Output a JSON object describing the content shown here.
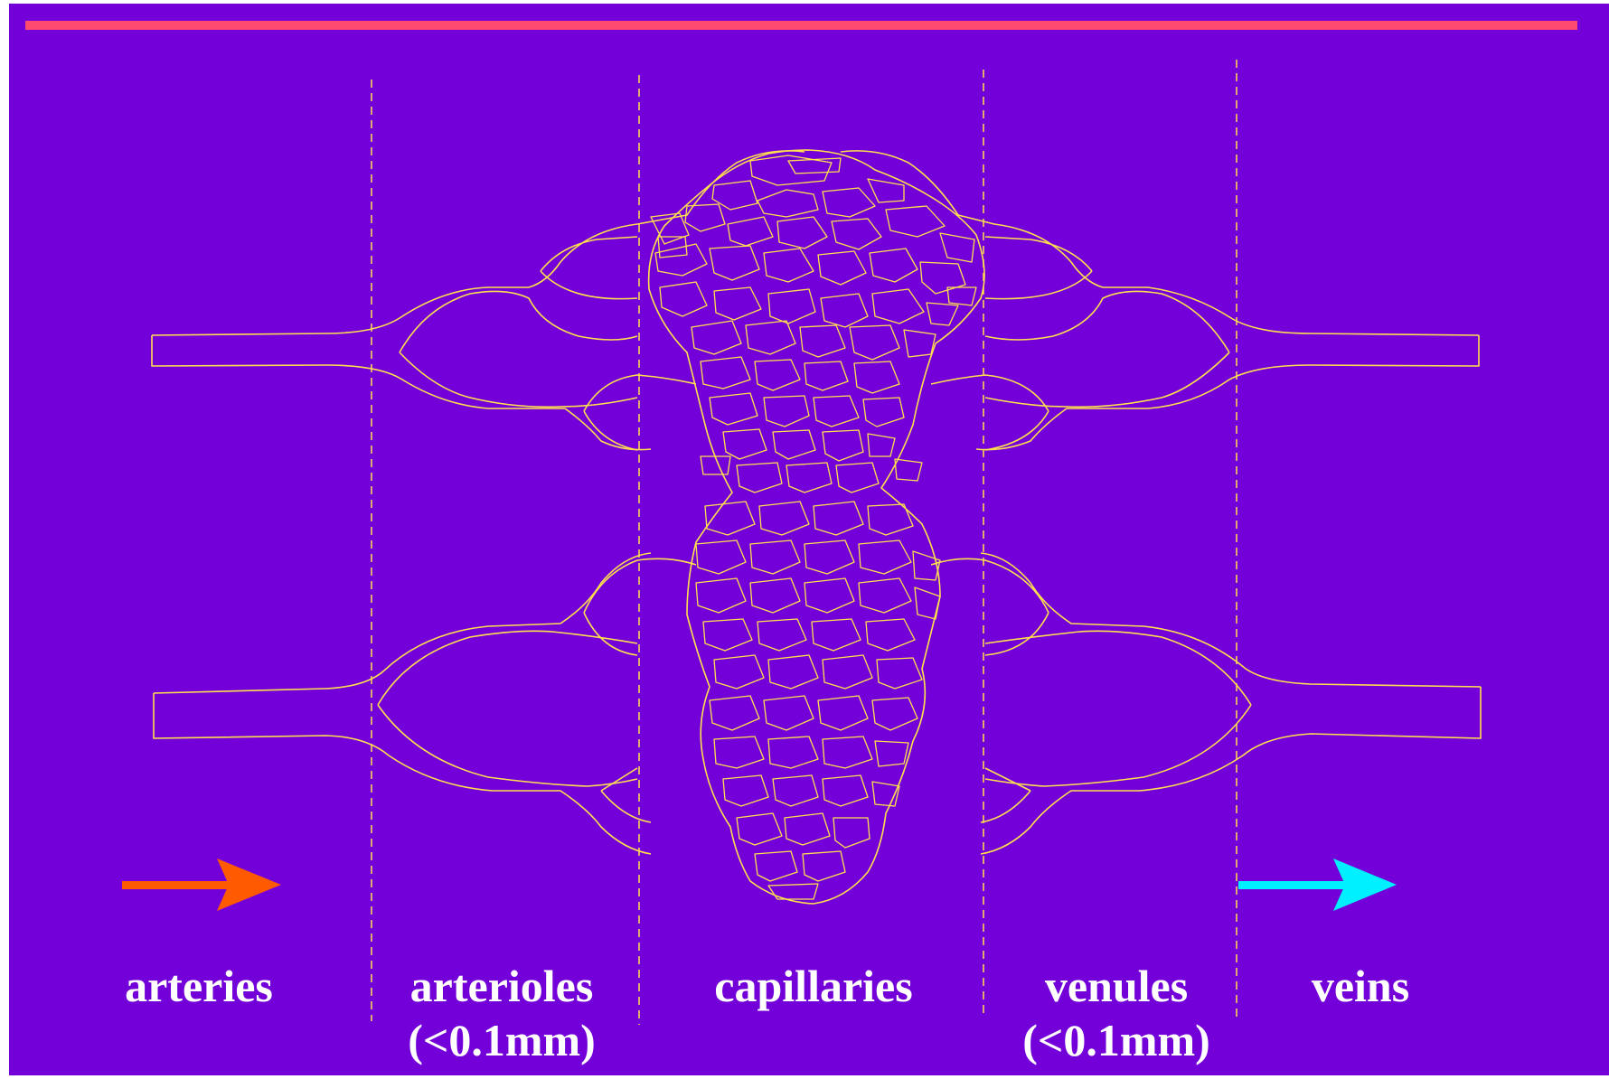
{
  "colors": {
    "background": "#7300d9",
    "top_bar": "#ff4a6e",
    "vessel_outline": "#ffe14d",
    "artery_arrow": "#ff5a00",
    "vein_arrow": "#00f0ff",
    "label_text": "#ffffff"
  },
  "arrows": {
    "arterial_flow": {
      "direction": "right",
      "icon": "arrow-right-icon"
    },
    "venous_flow": {
      "direction": "right",
      "icon": "arrow-right-icon"
    }
  },
  "regions": [
    {
      "key": "arteries",
      "label": "arteries",
      "size": ""
    },
    {
      "key": "arterioles",
      "label": "arterioles",
      "size": "(<0.1mm)"
    },
    {
      "key": "capillaries",
      "label": "capillaries",
      "size": ""
    },
    {
      "key": "venules",
      "label": "venules",
      "size": "(<0.1mm)"
    },
    {
      "key": "veins",
      "label": "veins",
      "size": ""
    }
  ]
}
